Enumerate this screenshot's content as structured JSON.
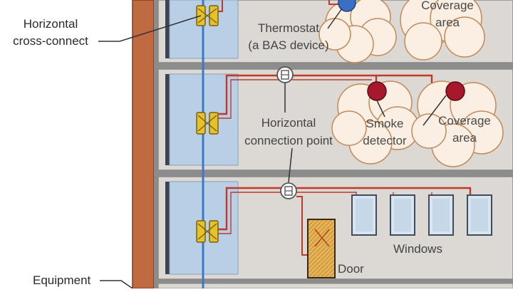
{
  "labels": {
    "hcc_line1": "Horizontal",
    "hcc_line2": "cross-connect",
    "equipment": "Equipment",
    "thermostat_line1": "Thermostat",
    "thermostat_line2": "(a BAS device)",
    "coverage_top_line1": "Coverage",
    "coverage_top_line2": "area",
    "hcp_line1": "Horizontal",
    "hcp_line2": "connection point",
    "smoke_line1": "Smoke",
    "smoke_line2": "detector",
    "coverage_mid_line1": "Coverage",
    "coverage_mid_line2": "area",
    "windows": "Windows",
    "door": "Door"
  },
  "colors": {
    "building_wall": "#c06a42",
    "floor_background": "#dcd8d3",
    "riser_panel": "#b8cfe6",
    "cable": "#c0392b",
    "riser_cable": "#3a78c8",
    "smoke_detector": "#a8182c",
    "thermostat": "#3a6fc4",
    "coverage_area": "#fbeee2",
    "connector": "#e6c22a"
  }
}
